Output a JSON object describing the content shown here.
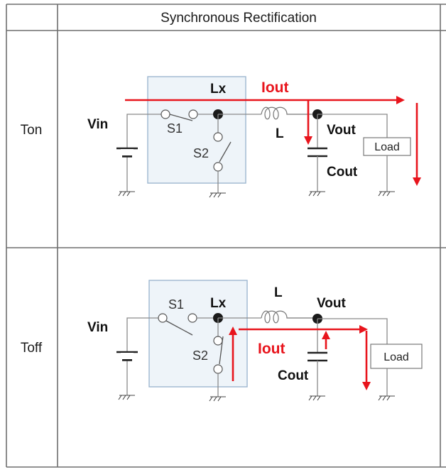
{
  "table": {
    "header": "Synchronous Rectification",
    "rows": [
      {
        "label": "Ton",
        "diagram": {
          "vin": "Vin",
          "s1": "S1",
          "s2": "S2",
          "lx": "Lx",
          "inductor": "L",
          "vout": "Vout",
          "cout": "Cout",
          "load": "Load",
          "current": "Iout",
          "state": "S1 closed, S2 open; Iout flows from Vin through S1 and L into Cout and Load"
        }
      },
      {
        "label": "Toff",
        "diagram": {
          "vin": "Vin",
          "s1": "S1",
          "s2": "S2",
          "lx": "Lx",
          "inductor": "L",
          "vout": "Vout",
          "cout": "Cout",
          "load": "Load",
          "current": "Iout",
          "state": "S1 open, S2 closed; Iout flows from ground through S2 and L, with Cout discharging into Load"
        }
      }
    ]
  },
  "colors": {
    "current_arrow": "#e8141c",
    "switch_block": "#eef4f9",
    "switch_block_border": "#9db7cf"
  }
}
